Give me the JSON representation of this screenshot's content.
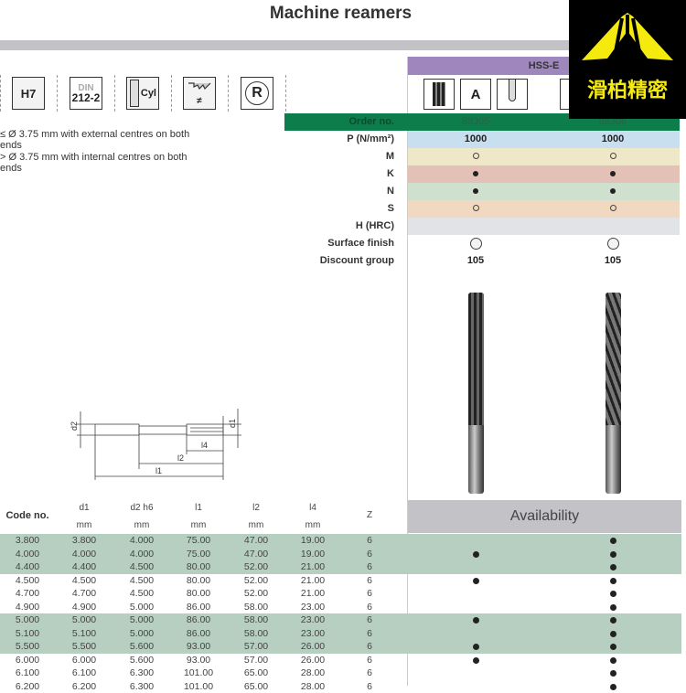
{
  "title": "Machine reamers",
  "icons": {
    "h7": "H7",
    "din_top": "DIN",
    "din_bottom": "212-2",
    "cyl": "Cyl",
    "gear_sym": "≠",
    "r": "R"
  },
  "notes": [
    "≤ Ø 3.75 mm with external centres on both",
    "ends",
    "> Ø 3.75 mm with internal centres on both",
    "ends"
  ],
  "panel": {
    "material": "HSS-E",
    "icon_a": "A",
    "order_label": "Order no.",
    "orders": [
      "88305",
      "88306"
    ]
  },
  "properties": [
    {
      "label": "P (N/mm²)",
      "type": "text",
      "values": [
        "1000",
        "1000"
      ],
      "color": "#c8dff0"
    },
    {
      "label": "M",
      "type": "open",
      "color": "#efe8c8"
    },
    {
      "label": "K",
      "type": "filled",
      "color": "#e4c1b6"
    },
    {
      "label": "N",
      "type": "filled",
      "color": "#cfe0cf"
    },
    {
      "label": "S",
      "type": "open",
      "color": "#f1d9c1"
    },
    {
      "label": "H (HRC)",
      "type": "none",
      "color": "#e2e3e7"
    },
    {
      "label": "Surface finish",
      "type": "circle",
      "color": "#ffffff"
    },
    {
      "label": "Discount group",
      "type": "text",
      "values": [
        "105",
        "105"
      ],
      "color": "#ffffff"
    }
  ],
  "drawing": {
    "d2": "d2",
    "d1": "d1",
    "l1": "l1",
    "l2": "l2",
    "l4": "l4"
  },
  "table": {
    "headers": [
      {
        "name": "Code no.",
        "unit": ""
      },
      {
        "name": "d1",
        "unit": "mm"
      },
      {
        "name": "d2 h6",
        "unit": "mm"
      },
      {
        "name": "l1",
        "unit": "mm"
      },
      {
        "name": "l2",
        "unit": "mm"
      },
      {
        "name": "l4",
        "unit": "mm"
      },
      {
        "name": "Z",
        "unit": ""
      }
    ],
    "availability_label": "Availability",
    "rows": [
      {
        "cells": [
          "3.800",
          "3.800",
          "4.000",
          "75.00",
          "47.00",
          "19.00",
          "6"
        ],
        "avail": [
          false,
          true
        ]
      },
      {
        "cells": [
          "4.000",
          "4.000",
          "4.000",
          "75.00",
          "47.00",
          "19.00",
          "6"
        ],
        "avail": [
          true,
          true
        ]
      },
      {
        "cells": [
          "4.400",
          "4.400",
          "4.500",
          "80.00",
          "52.00",
          "21.00",
          "6"
        ],
        "avail": [
          false,
          true
        ]
      },
      {
        "cells": [
          "4.500",
          "4.500",
          "4.500",
          "80.00",
          "52.00",
          "21.00",
          "6"
        ],
        "avail": [
          true,
          true
        ]
      },
      {
        "cells": [
          "4.700",
          "4.700",
          "4.500",
          "80.00",
          "52.00",
          "21.00",
          "6"
        ],
        "avail": [
          false,
          true
        ]
      },
      {
        "cells": [
          "4.900",
          "4.900",
          "5.000",
          "86.00",
          "58.00",
          "23.00",
          "6"
        ],
        "avail": [
          false,
          true
        ]
      },
      {
        "cells": [
          "5.000",
          "5.000",
          "5.000",
          "86.00",
          "58.00",
          "23.00",
          "6"
        ],
        "avail": [
          true,
          true
        ]
      },
      {
        "cells": [
          "5.100",
          "5.100",
          "5.000",
          "86.00",
          "58.00",
          "23.00",
          "6"
        ],
        "avail": [
          false,
          true
        ]
      },
      {
        "cells": [
          "5.500",
          "5.500",
          "5.600",
          "93.00",
          "57.00",
          "26.00",
          "6"
        ],
        "avail": [
          true,
          true
        ]
      },
      {
        "cells": [
          "6.000",
          "6.000",
          "5.600",
          "93.00",
          "57.00",
          "26.00",
          "6"
        ],
        "avail": [
          true,
          true
        ]
      },
      {
        "cells": [
          "6.100",
          "6.100",
          "6.300",
          "101.00",
          "65.00",
          "28.00",
          "6"
        ],
        "avail": [
          false,
          true
        ]
      },
      {
        "cells": [
          "6.200",
          "6.200",
          "6.300",
          "101.00",
          "65.00",
          "28.00",
          "6"
        ],
        "avail": [
          false,
          true
        ]
      }
    ]
  },
  "logo": {
    "text": "滑柏精密",
    "mark": "WB"
  }
}
